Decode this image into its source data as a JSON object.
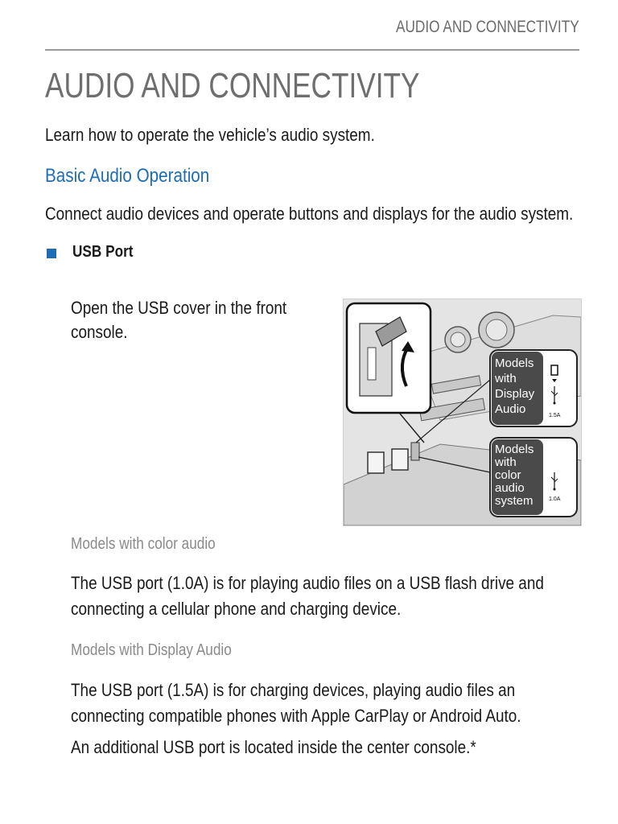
{
  "header": {
    "running_title": "AUDIO AND CONNECTIVITY"
  },
  "page": {
    "title": "AUDIO AND CONNECTIVITY",
    "intro": "Learn how to operate the vehicle’s audio system."
  },
  "section": {
    "heading": "Basic Audio Operation",
    "description": "Connect audio devices and operate buttons and displays for the audio system."
  },
  "usb": {
    "heading": "USB Port",
    "instruction_lines": [
      "Open the USB cover in the front",
      "console."
    ]
  },
  "figure": {
    "callouts": [
      {
        "lines": [
          "Models",
          "with",
          "Display",
          "Audio"
        ],
        "rating": "1.5A",
        "icons": [
          "phone-icon",
          "usb-icon"
        ]
      },
      {
        "lines": [
          "Models",
          "with",
          "color",
          "audio",
          "system"
        ],
        "rating": "1.0A",
        "icons": [
          "usb-icon"
        ]
      }
    ]
  },
  "notes": [
    {
      "label": "Models with color audio",
      "text_lines": [
        "The USB port (1.0A) is for playing audio files on a USB flash drive and",
        "connecting a cellular phone and charging device."
      ]
    },
    {
      "label": "Models with Display Audio",
      "text_lines": [
        "The USB port (1.5A) is for charging devices, playing audio files an",
        "connecting compatible phones with Apple CarPlay or Android Auto."
      ]
    }
  ],
  "additional": "An additional USB port is located inside the center console.*",
  "colors": {
    "accent": "#1d6db5",
    "heading_gray": "#6e6e6e",
    "note_gray": "#8a8a8a"
  }
}
